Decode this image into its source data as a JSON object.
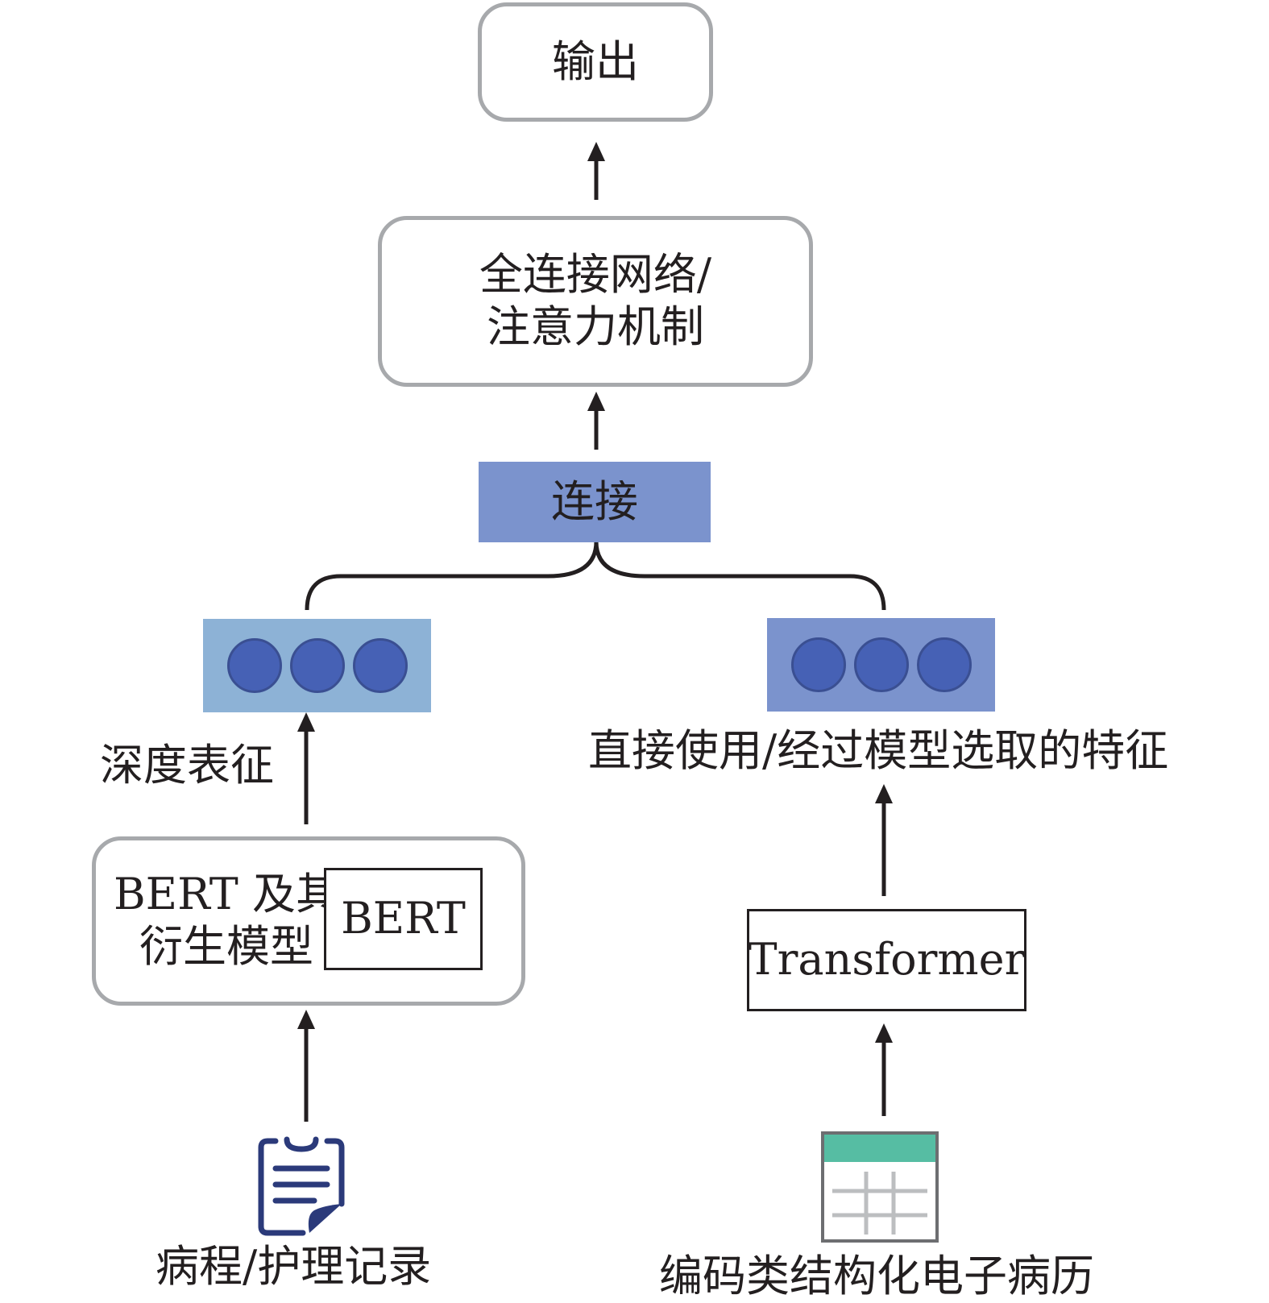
{
  "nodes": {
    "output": "输出",
    "fc_attention_line1": "全连接网络/",
    "fc_attention_line2": "注意力机制",
    "concat": "连接",
    "deep_repr": "深度表征",
    "feature_label": "直接使用/经过模型选取的特征",
    "bert_family_line1": "BERT 及其",
    "bert_family_line2": "衍生模型",
    "bert": "BERT",
    "transformer": "Transformer",
    "notes_input": "病程/护理记录",
    "structured_input": "编码类结构化电子病历"
  },
  "icons": {
    "notes": "clipboard-document-icon",
    "structured": "table-grid-icon"
  },
  "colors": {
    "box_border": "#a7a9ac",
    "concat_fill": "#7b93cd",
    "left_vector_fill": "#8db2d6",
    "right_vector_fill": "#7b93cd",
    "dot_fill": "#4661b5",
    "table_header": "#56bda3",
    "clipboard": "#2b3a7a",
    "line": "#231f20"
  }
}
